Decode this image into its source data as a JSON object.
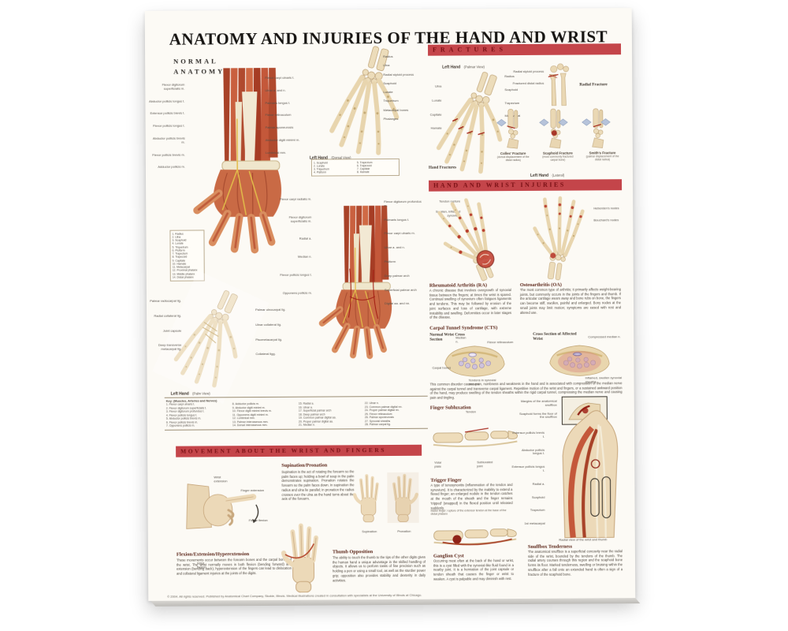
{
  "title": "ANATOMY AND INJURIES OF THE HAND AND WRIST",
  "colors": {
    "banner_red": "#c4454a",
    "banner_text": "#7a1015",
    "muscle_red": "#b4492e",
    "bone_tan": "#ead8b4",
    "injury_red": "#b23227",
    "arrow_blue": "#b6c3da"
  },
  "normal_anatomy": {
    "heading_line1": "NORMAL",
    "heading_line2": "ANATOMY",
    "palmar_forearm": {
      "labels_left": [
        "Flexor digitorum superficialis m.",
        "Abductor pollicis longus t.",
        "Extensor pollicis brevis t.",
        "Flexor pollicis longus t.",
        "Abductor pollicis brevis m.",
        "Flexor pollicis brevis m.",
        "Adductor pollicis m."
      ],
      "labels_right": [
        "Flexor carpi ulnaris t.",
        "Ulnar a. and n.",
        "Palmaris longus t.",
        "Flexor retinaculum",
        "Palmar aponeurosis",
        "Abductor digiti minimi m.",
        "Lumbrical mm."
      ]
    },
    "dorsal_hand": {
      "labels_right": [
        "Radius",
        "Ulna",
        "Radial styloid process",
        "Scaphoid",
        "Lunate",
        "Triquetrum",
        "Metacarpal bones",
        "Phalanges"
      ],
      "caption_bold": "Left Hand",
      "caption_sub": "(Dorsal View)",
      "key_box": [
        "1. Scaphoid",
        "2. Lunate",
        "3. Triquetrum",
        "4. Pisiform",
        "5. Trapezium",
        "6. Trapezoid",
        "7. Capitate",
        "8. Hamate"
      ]
    },
    "ligament_hand": {
      "labels_left": [
        "Palmar radiocarpal lig.",
        "Radial collateral lig.",
        "Joint capsule",
        "Deep transverse metacarpal lig."
      ],
      "labels_right": [
        "Palmar ulnocarpal lig.",
        "Ulnar collateral lig.",
        "Pisometacarpal lig.",
        "Collateral ligg."
      ]
    },
    "num_key": [
      "1. Radius",
      "2. Ulna",
      "3. Scaphoid",
      "4. Lunate",
      "5. Triquetrum",
      "6. Pisiform",
      "7. Trapezium",
      "8. Trapezoid",
      "9. Capitate",
      "10. Hamate",
      "11. Metacarpal",
      "12. Proximal phalanx",
      "13. Middle phalanx",
      "14. Distal phalanx"
    ],
    "deep_palm": {
      "labels_left": [
        "Flexor carpi radialis m.",
        "Flexor digitorum superficialis m.",
        "Radial a.",
        "Median n.",
        "Flexor pollicis longus t.",
        "Opponens pollicis m."
      ],
      "labels_right": [
        "Flexor digitorum profundus m.",
        "Palmaris longus t.",
        "Flexor carpi ulnaris m.",
        "Ulnar a. and n.",
        "Pisiform",
        "Deep palmar arch",
        "Superficial palmar arch",
        "Digital aa. and nn."
      ]
    },
    "palm_caption_bold": "Left Hand",
    "palm_caption_sub": "(Palm View)",
    "key_table": {
      "title": "Key: (Muscles, Arteries and Nerves)",
      "col1": [
        "1. Flexor carpi ulnaris t.",
        "2. Flexor digitorum superficialis t.",
        "3. Flexor digitorum profundus t.",
        "4. Flexor pollicis longus t.",
        "5. Abductor pollicis brevis m.",
        "6. Flexor pollicis brevis m.",
        "7. Opponens pollicis m."
      ],
      "col2": [
        "8. Adductor pollicis m.",
        "9. Abductor digiti minimi m.",
        "10. Flexor digiti minimi brevis m.",
        "11. Opponens digiti minimi m.",
        "12. Lumbrical mm.",
        "13. Palmar interosseous mm.",
        "14. Dorsal interosseous mm."
      ],
      "col3": [
        "15. Radial a.",
        "16. Ulnar a.",
        "17. Superficial palmar arch",
        "18. Deep palmar arch",
        "19. Common palmar digital aa.",
        "20. Proper palmar digital aa.",
        "21. Median n."
      ],
      "col4": [
        "22. Ulnar n.",
        "23. Common palmar digital nn.",
        "24. Proper palmar digital nn.",
        "25. Flexor retinaculum",
        "26. Palmar aponeurosis",
        "27. Synovial sheaths",
        "28. Palmar carpal lig."
      ]
    }
  },
  "fractures": {
    "banner": "FRACTURES",
    "palmar_caption_bold": "Left Hand",
    "palmar_caption_sub": "(Palmar View)",
    "hand_labels_left": [
      "Ulna",
      "Lunate",
      "Capitate",
      "Hamate"
    ],
    "hand_labels_right": [
      "Radius",
      "Scaphoid",
      "Trapezium",
      "Metacarpal"
    ],
    "hand_fractures_label": "Hand Fractures",
    "radial": {
      "labels": [
        "Radial styloid process",
        "Fractured distal radius"
      ],
      "title": "Radial Fracture"
    },
    "insets": [
      {
        "name": "Colles' Fracture",
        "sub": "(dorsal displacement of the distal radius)"
      },
      {
        "name": "Scaphoid Fracture",
        "sub": "(most commonly fractured carpal bone)"
      },
      {
        "name": "Smith's Fracture",
        "sub": "(palmar displacement of the distal radius)"
      }
    ],
    "lateral_caption_bold": "Left Hand",
    "lateral_caption_sub": "(Lateral)"
  },
  "injuries": {
    "banner": "HAND AND WRIST INJURIES",
    "ra": {
      "heading": "Rheumatoid Arthritis (RA)",
      "labels": [
        "Tendon rupture",
        "Swollen, inflamed synovium"
      ],
      "text": "A chronic disease that involves overgrowth of synovial tissue between the fingers; at times the wrist is spared. Continual swelling of synovium often fatigues ligaments and tendons. This may be followed by erosion of the joint surfaces and loss of cartilage, with extreme instability and swelling. Deformities occur in later stages of the disease."
    },
    "oa": {
      "heading": "Osteoarthritis (OA)",
      "labels": [
        "Heberden's nodes",
        "Bouchard's nodes"
      ],
      "text": "The most common type of arthritis; it primarily affects weight-bearing joints, but commonly occurs in the joints of the fingers and thumb. If the articular cartilage wears away and bone rubs on bone, the fingers can become stiff, swollen, painful and enlarged. Bony nodes at the small joints may limit motion; symptoms are eased with rest and altered use."
    },
    "cts": {
      "heading": "Carpal Tunnel Syndrome (CTS)",
      "normal_label": "Normal Wrist Cross Section",
      "affected_label": "Cross Section of Affected Wrist",
      "normal_labels": [
        "Median n.",
        "Flexor retinaculum",
        "Tendons in synovial sheaths",
        "Carpal bones"
      ],
      "affected_labels": [
        "Compressed median n.",
        "Inflamed, swollen synovial sheaths"
      ],
      "text": "This common disorder causes pain, numbness and weakness in the hand and is associated with compression of the median nerve against the carpal tunnel and transverse carpal ligament. Repetitive motion of the wrist and fingers, or a sustained awkward position of the hand, may produce swelling of the tendon sheaths within the rigid carpal tunnel, compressing the median nerve and causing pain and tingling."
    },
    "subluxation": {
      "heading": "Finger Subluxation",
      "labels": [
        "Tendon",
        "Volar plate",
        "Subluxated joint"
      ]
    },
    "trigger": {
      "heading": "Trigger Finger",
      "text": "A type of tenosynovitis (inflammation of the tendon and synovium). It is characterized by the inability to extend a flexed finger; an enlarged nodule in the tendon catches at the mouth of the sheath and the finger remains 'tripped' (snapped) in the flexed position until released suddenly.",
      "caption": "Mallet finger: rupture of the extensor tendon at the base of the distal phalanx"
    },
    "ganglion": {
      "heading": "Ganglion Cyst",
      "text": "Occurring most often at the back of the hand or wrist, this is a cyst filled with the synovial-like fluid found in a nearby joint. It is a herniation of the joint capsule or tendon sheath that causes the finger or wrist to weaken. A cyst is palpable and may diminish with rest."
    },
    "snuffbox": {
      "heading": "Snuffbox Tenderness",
      "inset_labels": [
        "Margins of the anatomical snuffbox",
        "Scaphoid forms the floor of the snuffbox"
      ],
      "labels": [
        "Extensor pollicis brevis t.",
        "Abductor pollicis longus t.",
        "Extensor pollicis longus t.",
        "Radial a.",
        "Scaphoid",
        "Trapezium",
        "1st metacarpal"
      ],
      "caption": "Radial view of the wrist and thumb",
      "text": "The anatomical snuffbox is a superficial concavity near the radial side of the wrist, bounded by the tendons of the thumb. The radial artery courses through this region and the scaphoid bone forms its floor. Marked tenderness, swelling or bruising within the snuffbox after a fall onto an extended hand is often a sign of a fracture of the scaphoid bone."
    }
  },
  "movement": {
    "banner": "MOVEMENT ABOUT THE WRIST AND FINGERS",
    "motion_labels": [
      "Wrist extension",
      "Finger extension",
      "Finger flexion",
      "Wrist flexion"
    ],
    "supination": {
      "heading": "Supination/Pronation",
      "text": "Supination is the act of rotating the forearm so the palm faces up; holding a bowl of soup in the palm demonstrates supination. Pronation rotates the forearm so the palm faces down. In supination the radius and ulna lie parallel; in pronation the radius crosses over the ulna as the hand turns about the axis of the forearm.",
      "captions": [
        "Supination",
        "Pronation"
      ]
    },
    "flexion": {
      "heading": "Flexion/Extension/Hyperextension",
      "text": "These movements occur between the forearm bones and the carpal bones of the wrist. The wrist normally moves in both flexion (bending forward) and extension (bending back); hyperextension of the fingers can lead to dislocation and collateral ligament injuries at the joints of the digits."
    },
    "thumb": {
      "heading": "Thumb Opposition",
      "text": "The ability to touch the thumb to the tips of the other digits gives the human hand a unique advantage in the skilled handling of objects. It allows us to perform tasks of fine precision such as holding a pen or using a small tool, as well as the sturdier power grip; opposition also provides stability and dexterity in daily activities."
    }
  },
  "footer": "© 2004. All rights reserved. Published by Anatomical Chart Company, Skokie, Illinois. Medical illustrations created in consultation with specialists at the University of Illinois at Chicago."
}
